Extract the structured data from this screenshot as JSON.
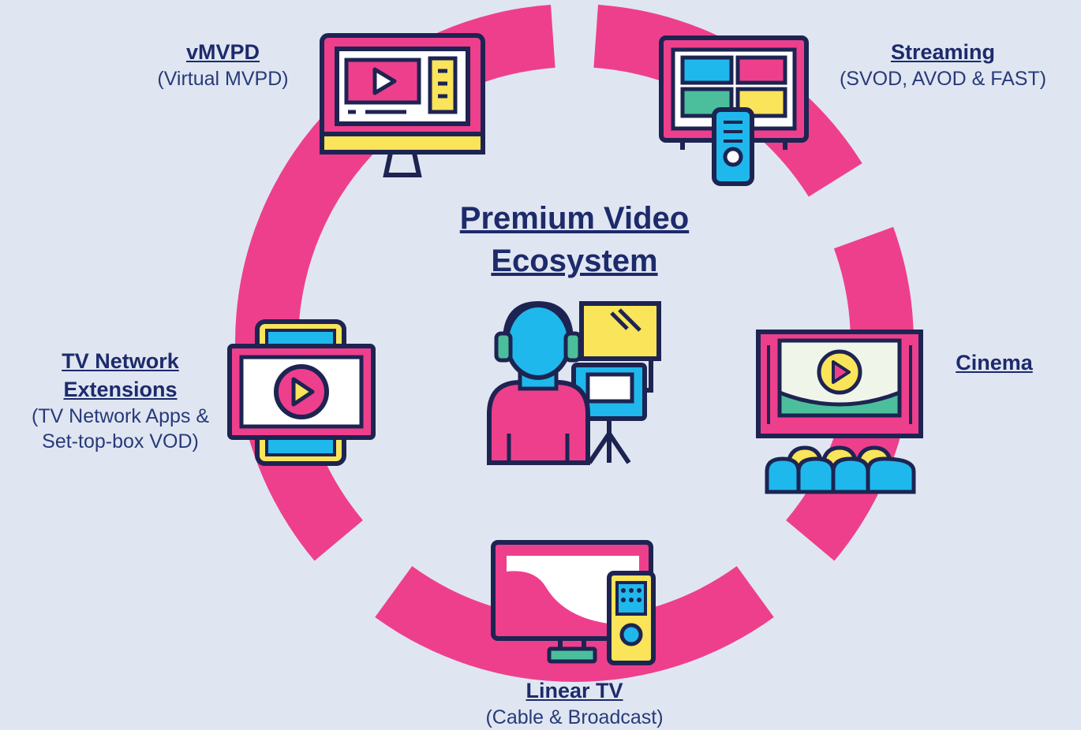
{
  "diagram": {
    "center_title": "Premium Video Ecosystem",
    "colors": {
      "background": "#dfe6f1",
      "ring": "#ee3f8d",
      "outline": "#1d2452",
      "yellow": "#f9e45a",
      "blue": "#1fb8ec",
      "green": "#4bbf9b"
    },
    "nodes": [
      {
        "id": "vmvpd",
        "title": "vMVPD",
        "subtitle": "(Virtual MVPD)",
        "icon": "monitor-video-icon"
      },
      {
        "id": "streaming",
        "title": "Streaming",
        "subtitle": "(SVOD, AVOD & FAST)",
        "icon": "smart-tv-remote-icon"
      },
      {
        "id": "cinema",
        "title": "Cinema",
        "subtitle": "",
        "icon": "cinema-theater-icon"
      },
      {
        "id": "linear",
        "title": "Linear TV",
        "subtitle": "(Cable & Broadcast)",
        "icon": "tv-remote-icon"
      },
      {
        "id": "tvnet",
        "title_line1": "TV Network",
        "title_line2": "Extensions",
        "subtitle_line1": "(TV Network Apps &",
        "subtitle_line2": "Set-top-box VOD)",
        "icon": "tablet-video-icon"
      }
    ],
    "center_icon": "videographer-camera-icon"
  }
}
